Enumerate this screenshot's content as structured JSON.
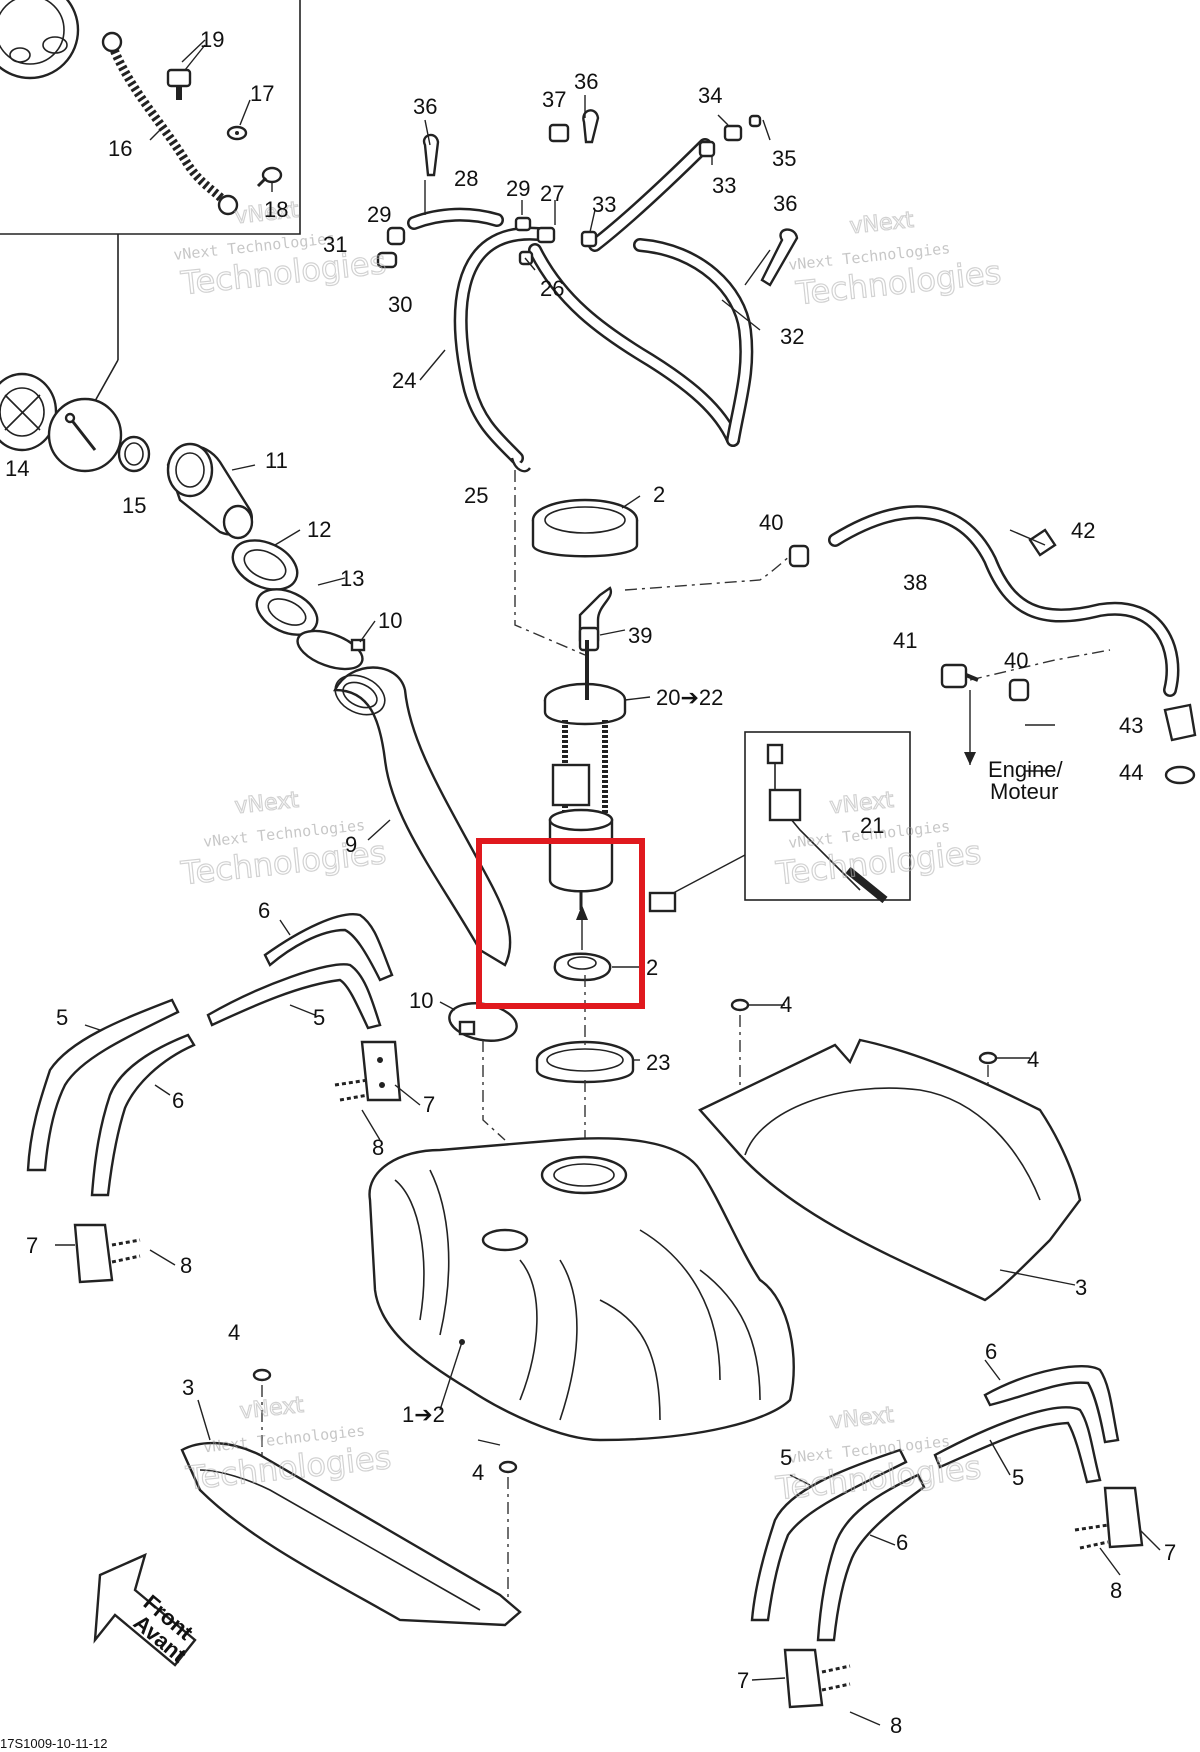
{
  "callouts": [
    {
      "id": "c1",
      "text": "19"
    },
    {
      "id": "c2",
      "text": "17"
    },
    {
      "id": "c3",
      "text": "16"
    },
    {
      "id": "c4",
      "text": "18"
    },
    {
      "id": "c5",
      "text": "36"
    },
    {
      "id": "c6",
      "text": "37"
    },
    {
      "id": "c7",
      "text": "36"
    },
    {
      "id": "c8",
      "text": "34"
    },
    {
      "id": "c9",
      "text": "35"
    },
    {
      "id": "c10",
      "text": "28"
    },
    {
      "id": "c11",
      "text": "29"
    },
    {
      "id": "c12",
      "text": "27"
    },
    {
      "id": "c13",
      "text": "33"
    },
    {
      "id": "c14",
      "text": "33"
    },
    {
      "id": "c15",
      "text": "36"
    },
    {
      "id": "c16",
      "text": "29"
    },
    {
      "id": "c17",
      "text": "31"
    },
    {
      "id": "c18",
      "text": "30"
    },
    {
      "id": "c19",
      "text": "26"
    },
    {
      "id": "c20",
      "text": "32"
    },
    {
      "id": "c21",
      "text": "24"
    },
    {
      "id": "c22",
      "text": "14"
    },
    {
      "id": "c23",
      "text": "15"
    },
    {
      "id": "c24",
      "text": "11"
    },
    {
      "id": "c25",
      "text": "25"
    },
    {
      "id": "c26",
      "text": "2"
    },
    {
      "id": "c27",
      "text": "12"
    },
    {
      "id": "c28",
      "text": "40"
    },
    {
      "id": "c29",
      "text": "42"
    },
    {
      "id": "c30",
      "text": "38"
    },
    {
      "id": "c31",
      "text": "13"
    },
    {
      "id": "c32",
      "text": "10"
    },
    {
      "id": "c33",
      "text": "39"
    },
    {
      "id": "c34",
      "text": "41"
    },
    {
      "id": "c35",
      "text": "40"
    },
    {
      "id": "c36",
      "text": "20➔22"
    },
    {
      "id": "c37",
      "text": "43"
    },
    {
      "id": "c38",
      "text": "44"
    },
    {
      "id": "c39",
      "text": "21"
    },
    {
      "id": "c40",
      "text": "9"
    },
    {
      "id": "c41",
      "text": "6"
    },
    {
      "id": "c42",
      "text": "2"
    },
    {
      "id": "c43",
      "text": "5"
    },
    {
      "id": "c44",
      "text": "10"
    },
    {
      "id": "c45",
      "text": "4"
    },
    {
      "id": "c46",
      "text": "5"
    },
    {
      "id": "c47",
      "text": "23"
    },
    {
      "id": "c48",
      "text": "4"
    },
    {
      "id": "c49",
      "text": "6"
    },
    {
      "id": "c50",
      "text": "7"
    },
    {
      "id": "c51",
      "text": "8"
    },
    {
      "id": "c52",
      "text": "7"
    },
    {
      "id": "c53",
      "text": "8"
    },
    {
      "id": "c54",
      "text": "3"
    },
    {
      "id": "c55",
      "text": "4"
    },
    {
      "id": "c56",
      "text": "6"
    },
    {
      "id": "c57",
      "text": "3"
    },
    {
      "id": "c58",
      "text": "1➔2"
    },
    {
      "id": "c59",
      "text": "5"
    },
    {
      "id": "c60",
      "text": "5"
    },
    {
      "id": "c61",
      "text": "4"
    },
    {
      "id": "c62",
      "text": "7"
    },
    {
      "id": "c63",
      "text": "6"
    },
    {
      "id": "c64",
      "text": "8"
    },
    {
      "id": "c65",
      "text": "7"
    },
    {
      "id": "c66",
      "text": "8"
    }
  ],
  "engine_label_line1": "Engine/",
  "engine_label_line2": "Moteur",
  "front_label_line1": "Front",
  "front_label_line2": "Avant",
  "watermark_small": "vNext Technologies",
  "watermark_top": "vNext",
  "watermark_big": "Technologies",
  "footer_code": "17S1009-10-11-12",
  "highlight_color": "#e0191e"
}
